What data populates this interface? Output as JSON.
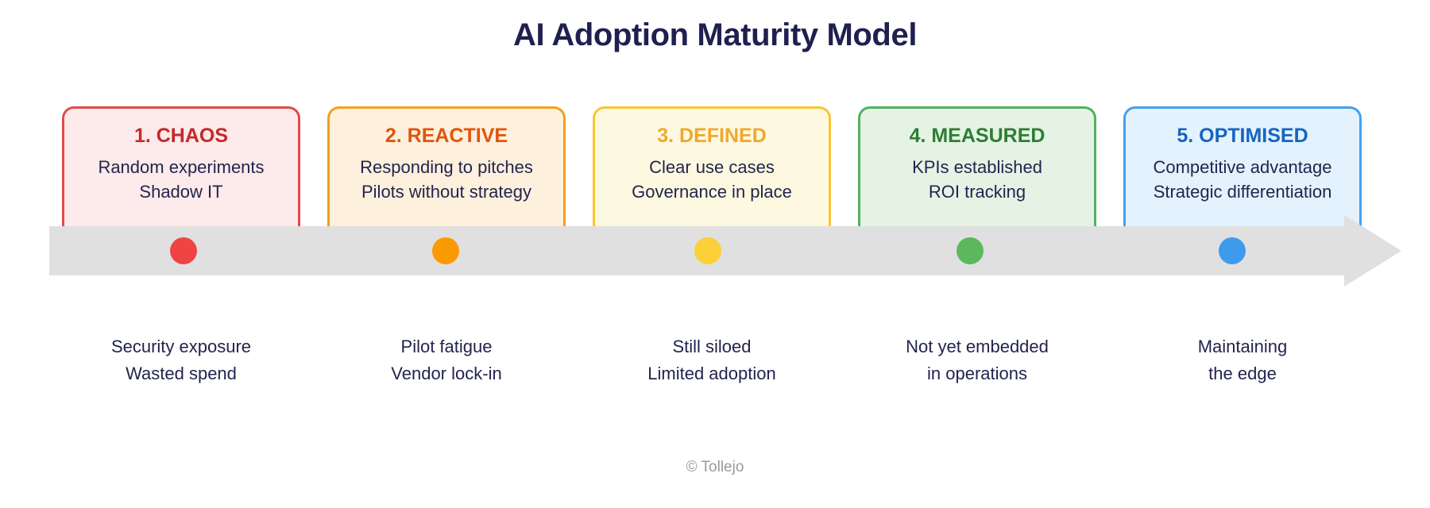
{
  "title": "AI Adoption Maturity Model",
  "footer": "© Tollejo",
  "colors": {
    "title": "#1f2050",
    "arrow_band": "#e0e0e0",
    "body_text": "#23244e",
    "footer_text": "#9a9a9a"
  },
  "stages": [
    {
      "title": "1. CHAOS",
      "lines": [
        "Random experiments",
        "Shadow IT"
      ],
      "risks": [
        "Security exposure",
        "Wasted spend"
      ],
      "accent": "#e24a4a",
      "title_color": "#c62828",
      "background": "#fdeaea",
      "dot": "#ef4444"
    },
    {
      "title": "2. REACTIVE",
      "lines": [
        "Responding to pitches",
        "Pilots without strategy"
      ],
      "risks": [
        "Pilot fatigue",
        "Vendor lock-in"
      ],
      "accent": "#f0a020",
      "title_color": "#e2540c",
      "background": "#fdf0dc",
      "dot": "#fb9a00"
    },
    {
      "title": "3. DEFINED",
      "lines": [
        "Clear use cases",
        "Governance in place"
      ],
      "risks": [
        "Still siloed",
        "Limited adoption"
      ],
      "accent": "#fbc531",
      "title_color": "#f2a72c",
      "background": "#fdf9e0",
      "dot": "#fbd038"
    },
    {
      "title": "4. MEASURED",
      "lines": [
        "KPIs established",
        "ROI tracking"
      ],
      "risks": [
        "Not yet embedded",
        "in operations"
      ],
      "accent": "#52b060",
      "title_color": "#2e7d32",
      "background": "#e4f3e4",
      "dot": "#5cb85c"
    },
    {
      "title": "5. OPTIMISED",
      "lines": [
        "Competitive advantage",
        "Strategic differentiation"
      ],
      "risks": [
        "Maintaining",
        "the edge"
      ],
      "accent": "#42a0f0",
      "title_color": "#1565c0",
      "background": "#e3f2fd",
      "dot": "#3e9bec"
    }
  ]
}
